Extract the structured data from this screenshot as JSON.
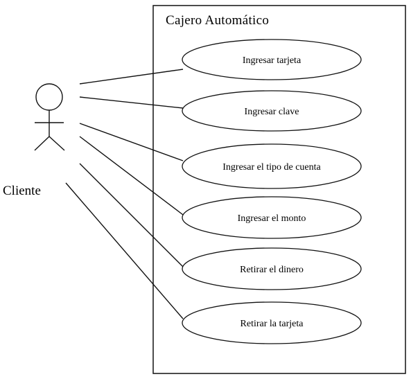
{
  "system": {
    "title": "Cajero Automático"
  },
  "actor": {
    "label": "Cliente",
    "icon": "stick-figure-icon"
  },
  "use_cases": [
    {
      "id": "ingresar-tarjeta",
      "label": "Ingresar tarjeta"
    },
    {
      "id": "ingresar-clave",
      "label": "Ingresar clave"
    },
    {
      "id": "ingresar-tipo-cuenta",
      "label": "Ingresar el tipo de cuenta"
    },
    {
      "id": "ingresar-monto",
      "label": "Ingresar el monto"
    },
    {
      "id": "retirar-dinero",
      "label": "Retirar el dinero"
    },
    {
      "id": "retirar-tarjeta",
      "label": "Retirar la tarjeta"
    }
  ]
}
